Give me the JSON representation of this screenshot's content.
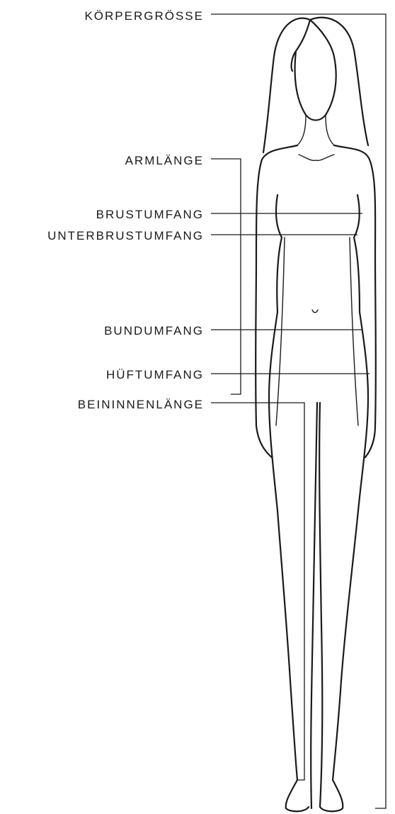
{
  "labels": {
    "koerpergroesse": "KÖRPERGRÖSSE",
    "armlaenge": "ARMLÄNGE",
    "brustumfang": "BRUSTUMFANG",
    "unterbrustumfang": "UNTERBRUSTUMFANG",
    "bundumfang": "BUNDUMFANG",
    "hueftumfang": "HÜFTUMFANG",
    "beininnenlaenge": "BEININNENLÄNGE"
  },
  "colors": {
    "ink": "#1a1a1a",
    "background": "#ffffff"
  }
}
